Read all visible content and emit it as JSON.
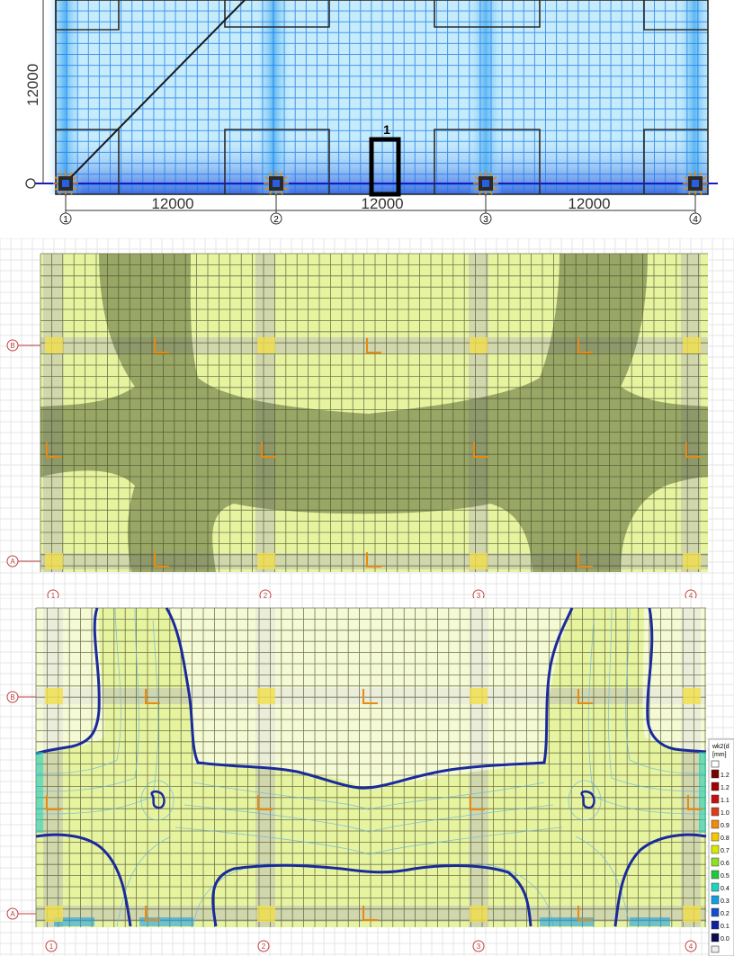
{
  "panel1": {
    "dimension_y": "12000",
    "dimensions_x": [
      "12000",
      "12000",
      "12000"
    ],
    "section_label": "1",
    "column_axes": [
      "1",
      "2",
      "3",
      "4"
    ]
  },
  "panel2": {
    "row_axes": [
      "B",
      "A"
    ],
    "column_axes": [
      "1",
      "2",
      "3",
      "4"
    ]
  },
  "panel3": {
    "row_axes": [
      "B",
      "A"
    ],
    "column_axes": [
      "1",
      "2",
      "3",
      "4"
    ],
    "legend": {
      "title_line1": "wk2(d",
      "title_line2": "[mm]",
      "entries": [
        {
          "label": "1.2",
          "color": "#7a0000"
        },
        {
          "label": "1.2",
          "color": "#a00000"
        },
        {
          "label": "1.1",
          "color": "#c81010"
        },
        {
          "label": "1.0",
          "color": "#e03a1a"
        },
        {
          "label": "0.9",
          "color": "#f08a10"
        },
        {
          "label": "0.8",
          "color": "#f6c800"
        },
        {
          "label": "0.7",
          "color": "#d8e800"
        },
        {
          "label": "0.6",
          "color": "#8ee020"
        },
        {
          "label": "0.5",
          "color": "#20c840"
        },
        {
          "label": "0.4",
          "color": "#20d0c0"
        },
        {
          "label": "0.3",
          "color": "#10a0e0"
        },
        {
          "label": "0.2",
          "color": "#1050d0"
        },
        {
          "label": "0.1",
          "color": "#1020a0"
        },
        {
          "label": "0.0",
          "color": "#0a0a50"
        }
      ]
    }
  },
  "colors": {
    "mesh_blue": "#1a78e8",
    "mesh_light": "#bfe8fb",
    "panel_green": "#e6f4a0",
    "grid_dark": "#4a4a2a",
    "contour_blue": "#1a2a9a",
    "orange": "#e88a10"
  }
}
